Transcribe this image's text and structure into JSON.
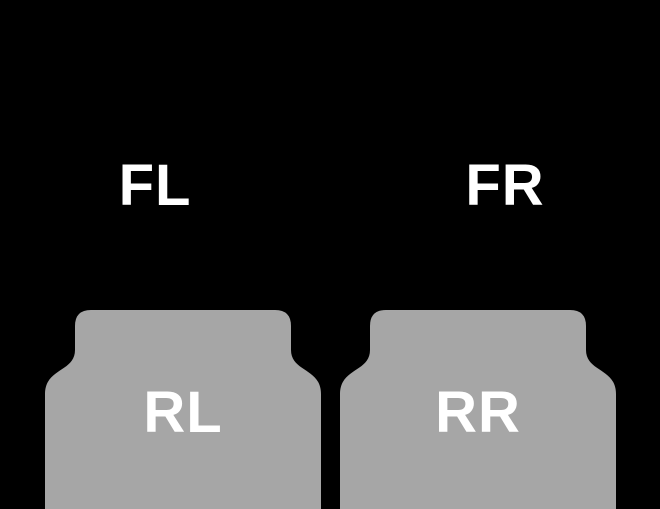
{
  "diagram": {
    "background_color": "#000000",
    "mat_color": "#a6a6a6",
    "label_color": "#ffffff",
    "mats": [
      {
        "id": "front-left",
        "label": "FL"
      },
      {
        "id": "front-right",
        "label": "FR"
      },
      {
        "id": "rear-left",
        "label": "RL"
      },
      {
        "id": "rear-right",
        "label": "RR"
      }
    ]
  }
}
